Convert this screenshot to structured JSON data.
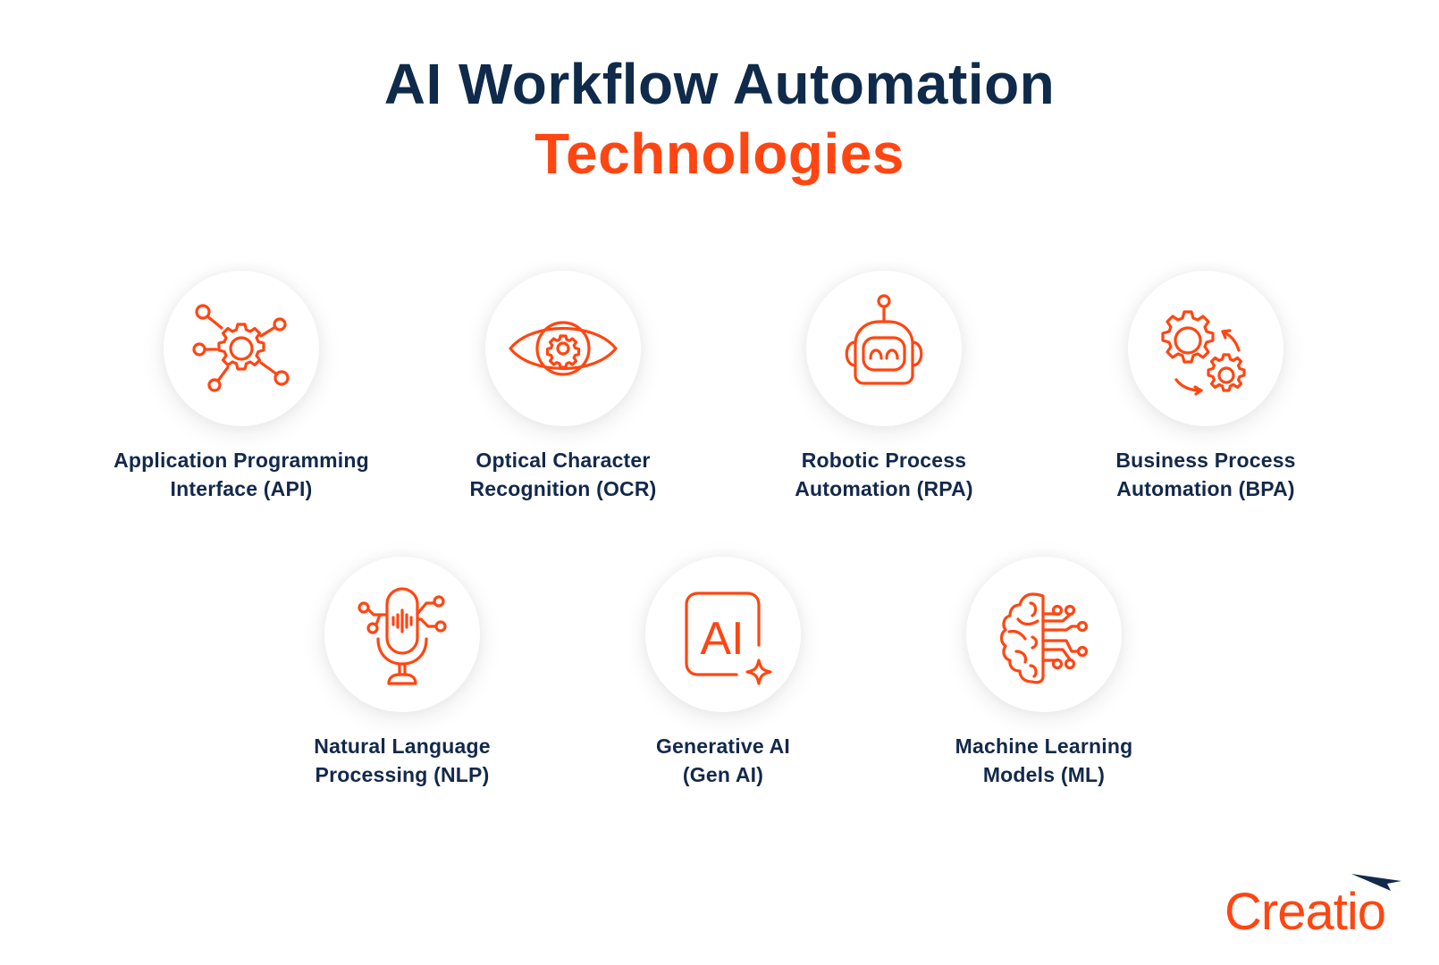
{
  "header": {
    "title_line1": "AI Workflow Automation",
    "title_line2": "Technologies"
  },
  "colors": {
    "primary_navy": "#0f2a4a",
    "accent_orange": "#ff4612",
    "background": "#ffffff",
    "circle_fill": "#ffffff"
  },
  "technologies": [
    {
      "icon": "gear-network-icon",
      "line1": "Application Programming",
      "line2": "Interface (API)"
    },
    {
      "icon": "eye-gear-icon",
      "line1": "Optical Character",
      "line2": "Recognition (OCR)"
    },
    {
      "icon": "robot-icon",
      "line1": "Robotic Process",
      "line2": "Automation (RPA)"
    },
    {
      "icon": "gears-cycle-icon",
      "line1": "Business Process",
      "line2": "Automation (BPA)"
    },
    {
      "icon": "microphone-network-icon",
      "line1": "Natural Language",
      "line2": "Processing (NLP)"
    },
    {
      "icon": "ai-sparkle-icon",
      "line1": "Generative AI",
      "line2": "(Gen AI)",
      "icon_text": "AI"
    },
    {
      "icon": "brain-circuit-icon",
      "line1": "Machine Learning",
      "line2": "Models (ML)"
    }
  ],
  "footer": {
    "logo_text": "Creatio"
  }
}
